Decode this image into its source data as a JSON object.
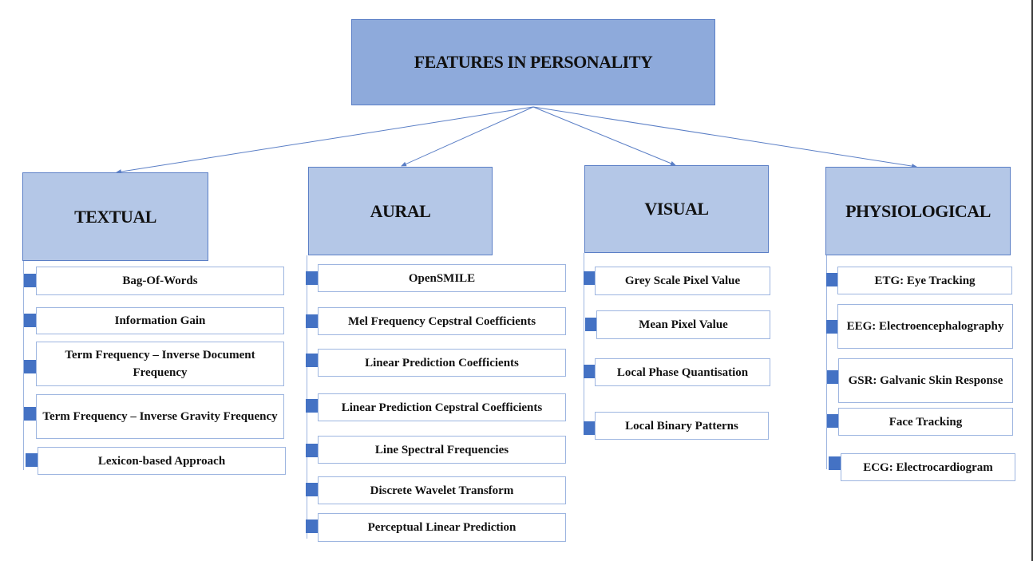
{
  "title": "FEATURES IN PERSONALITY",
  "categories": [
    {
      "label": "TEXTUAL",
      "items": [
        "Bag-Of-Words",
        "Information Gain",
        "Term Frequency – Inverse Document Frequency",
        "Term Frequency – Inverse Gravity Frequency",
        "Lexicon-based Approach"
      ]
    },
    {
      "label": "AURAL",
      "items": [
        "OpenSMILE",
        "Mel Frequency Cepstral Coefficients",
        "Linear Prediction Coefficients",
        "Linear Prediction Cepstral Coefficients",
        "Line Spectral Frequencies",
        "Discrete Wavelet Transform",
        "Perceptual Linear Prediction"
      ]
    },
    {
      "label": "VISUAL",
      "items": [
        "Grey Scale Pixel Value",
        "Mean Pixel Value",
        "Local Phase Quantisation",
        "Local Binary Patterns"
      ]
    },
    {
      "label": "PHYSIOLOGICAL",
      "items": [
        "ETG: Eye Tracking",
        "EEG: Electroencephalography",
        "GSR: Galvanic Skin Response",
        "Face Tracking",
        "ECG: Electrocardiogram"
      ]
    }
  ],
  "colors": {
    "root_fill": "#8eaadb",
    "category_fill": "#b4c7e7",
    "border": "#5b7fc6",
    "bullet": "#4472c4",
    "item_border": "#9db5e0"
  }
}
